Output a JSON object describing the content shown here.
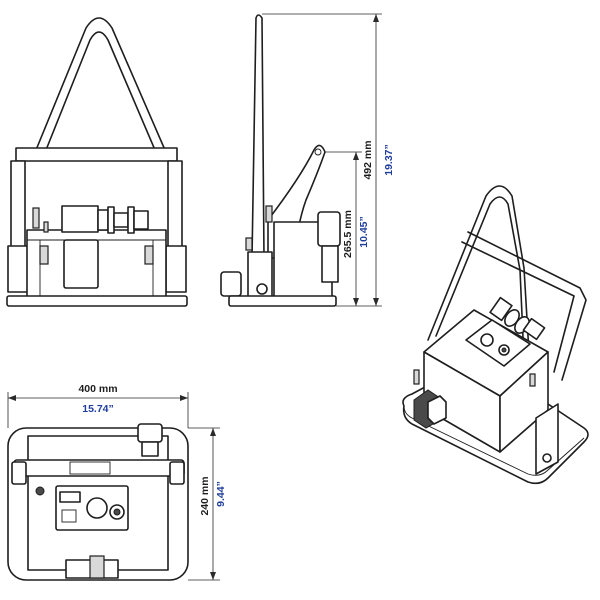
{
  "dimensions": {
    "height_total_mm": "492 mm",
    "height_total_in": "19.37”",
    "height_body_mm": "265.5 mm",
    "height_body_in": "10.45”",
    "width_mm": "400 mm",
    "width_in": "15.74”",
    "depth_mm": "240 mm",
    "depth_in": "9.44”"
  },
  "colors": {
    "line": "#1e1e1e",
    "imperial_text": "#1f3e9c",
    "metric_text": "#1e1e1e"
  }
}
